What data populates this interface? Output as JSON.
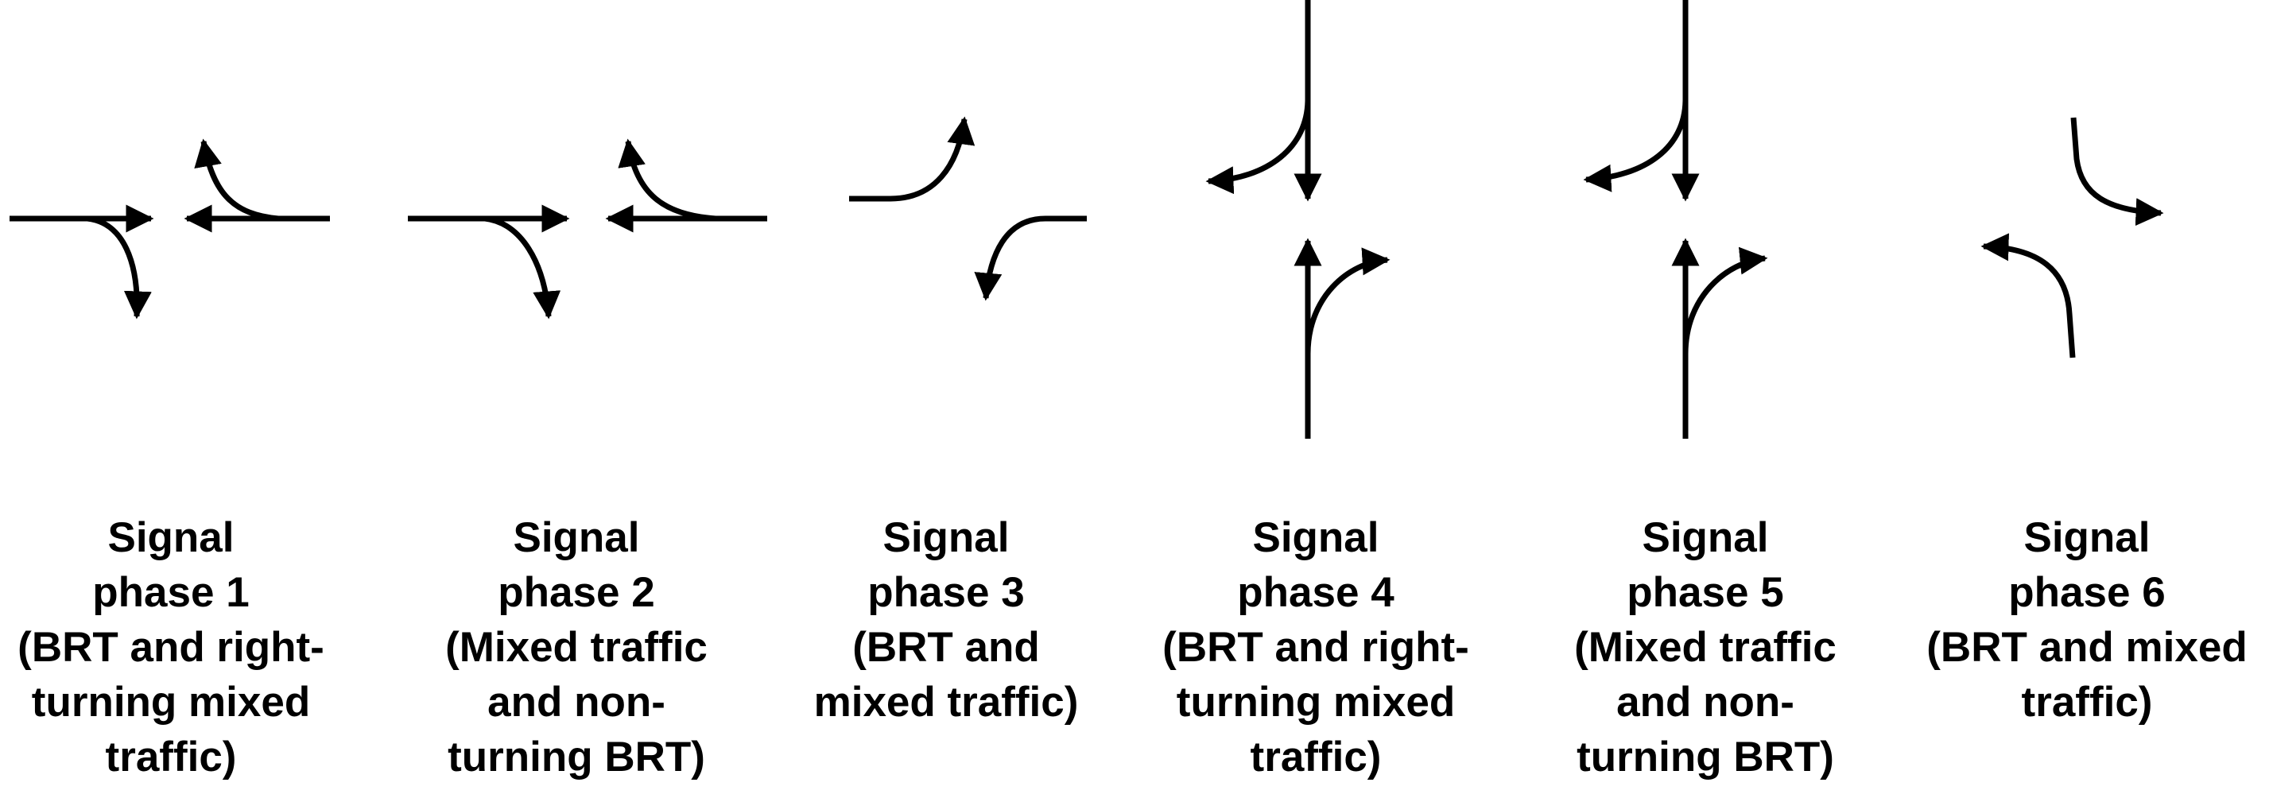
{
  "colors": {
    "stroke": "#000000",
    "background": "#ffffff"
  },
  "phases": [
    {
      "lines": [
        "Signal",
        "phase 1",
        "(BRT and right-",
        "turning mixed",
        "traffic)"
      ]
    },
    {
      "lines": [
        "Signal",
        "phase 2",
        "(Mixed traffic",
        "and non-",
        "turning BRT)"
      ]
    },
    {
      "lines": [
        "Signal",
        "phase 3",
        "(BRT and",
        "mixed traffic)"
      ]
    },
    {
      "lines": [
        "Signal",
        "phase 4",
        "(BRT and right-",
        "turning mixed",
        "traffic)"
      ]
    },
    {
      "lines": [
        "Signal",
        "phase 5",
        "(Mixed traffic",
        "and non-",
        "turning BRT)"
      ]
    },
    {
      "lines": [
        "Signal",
        "phase 6",
        "(BRT and mixed",
        "traffic)"
      ]
    }
  ]
}
